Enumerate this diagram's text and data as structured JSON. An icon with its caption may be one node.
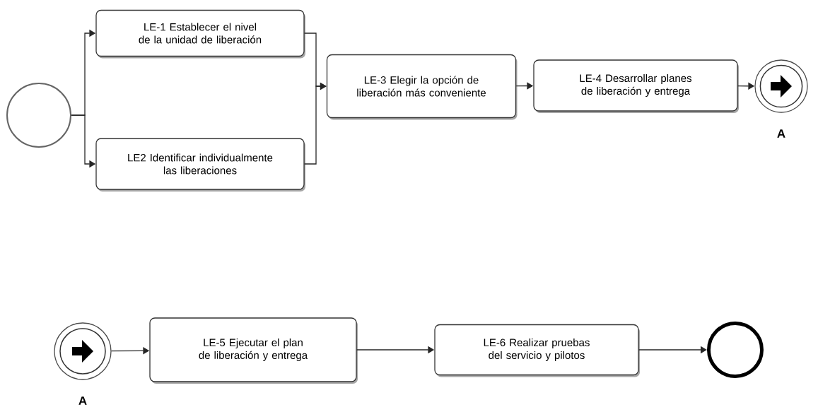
{
  "diagram": {
    "nodes": [
      {
        "text": [],
        "shape": "circle"
      },
      {
        "text": [
          "LE-1  Establecer el nivel de la unidad de liberación"
        ]
      },
      {
        "text": [
          "LE2  Identificar individualmente las liberaciones"
        ]
      },
      {
        "text": [
          "LE-3  Elegir la opción de liberación más conveniente"
        ]
      },
      {
        "text": [
          "LE-4 Desarrollar planes de liberación y entrega"
        ]
      },
      {
        "text": [],
        "shape": "circle",
        "beside": [
          "A"
        ]
      },
      {
        "text": [],
        "shape": "circle",
        "beside": [
          "A"
        ]
      },
      {
        "text": [
          "LE-5  Ejecutar el plan de liberación  y entrega"
        ]
      },
      {
        "text": [
          "LE-6  Realizar pruebas del servicio y pilotos"
        ]
      },
      {
        "text": [],
        "shape": "circle"
      }
    ],
    "edges": [
      {
        "from": 0,
        "to": 1,
        "arrow": "to"
      },
      {
        "from": 0,
        "to": 2,
        "arrow": "to"
      },
      {
        "from": 1,
        "to": 3,
        "arrow": "to"
      },
      {
        "from": 2,
        "to": 3,
        "arrow": "to"
      },
      {
        "from": 3,
        "to": 4,
        "arrow": "to"
      },
      {
        "from": 4,
        "to": 5,
        "arrow": "to"
      },
      {
        "from": 6,
        "to": 7,
        "arrow": "to"
      },
      {
        "from": 7,
        "to": 8,
        "arrow": "to"
      },
      {
        "from": 8,
        "to": 9,
        "arrow": "to"
      }
    ]
  }
}
